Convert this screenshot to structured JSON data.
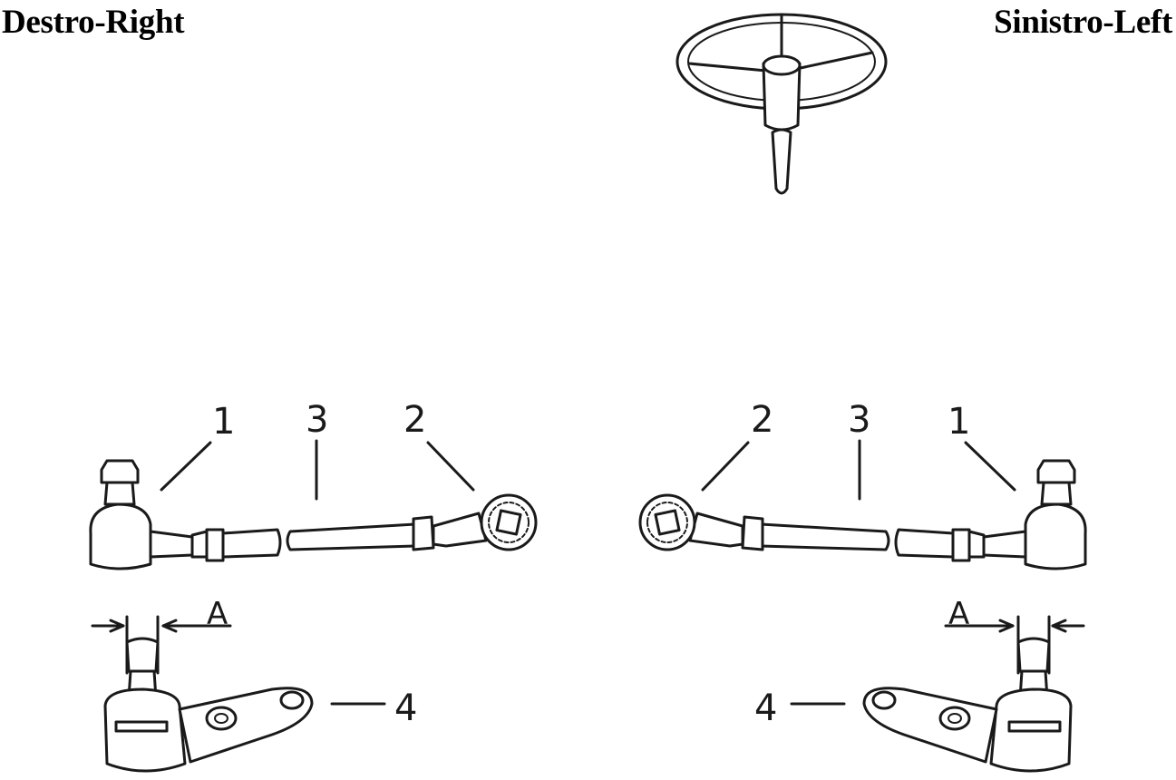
{
  "titles": {
    "right": "Destro-Right",
    "left": "Sinistro-Left"
  },
  "callouts": {
    "right_side": [
      "1",
      "3",
      "2",
      "4"
    ],
    "left_side": [
      "2",
      "3",
      "1",
      "4"
    ]
  },
  "dimension_label": "A",
  "icons": [
    "steering-wheel-icon"
  ],
  "colors": {
    "ink": "#1a1a1a",
    "background": "#ffffff"
  }
}
